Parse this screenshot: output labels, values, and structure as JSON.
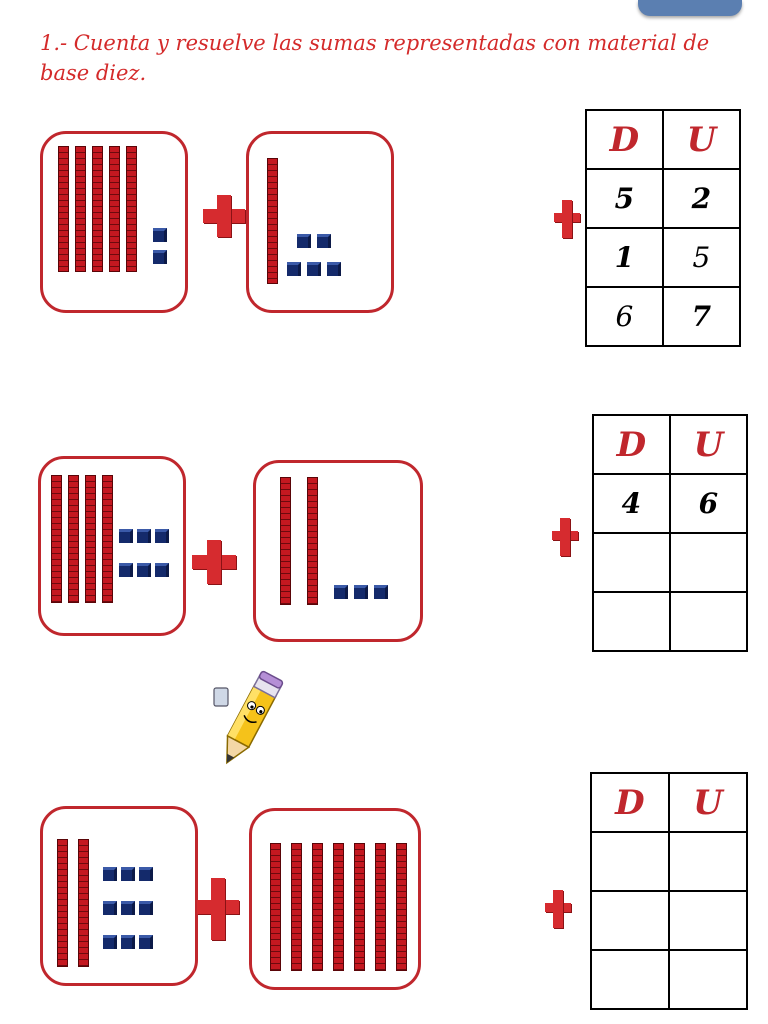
{
  "header": {
    "instruction": "1.- Cuenta y resuelve las sumas representadas con material de base diez."
  },
  "colors": {
    "accent_red": "#c0272d",
    "rod_red": "#b0141a",
    "unit_blue": "#142a6b"
  },
  "icons": {
    "plus": "plus-sign-icon",
    "pencil": "pencil-mascot-icon"
  },
  "problems": [
    {
      "addend1": {
        "tens": 5,
        "units": 2
      },
      "addend2": {
        "tens": 1,
        "units": 5
      },
      "table": {
        "head_tens": "D",
        "head_units": "U",
        "row1": [
          "5",
          "2"
        ],
        "row2": [
          "1",
          "5"
        ],
        "row3": [
          "6",
          "7"
        ]
      }
    },
    {
      "addend1": {
        "tens": 4,
        "units": 6
      },
      "addend2": {
        "tens": 2,
        "units": 3
      },
      "table": {
        "head_tens": "D",
        "head_units": "U",
        "row1": [
          "4",
          "6"
        ],
        "row2": [
          "",
          ""
        ],
        "row3": [
          "",
          ""
        ]
      }
    },
    {
      "addend1": {
        "tens": 2,
        "units": 9
      },
      "addend2": {
        "tens": 7,
        "units": 0
      },
      "table": {
        "head_tens": "D",
        "head_units": "U",
        "row1": [
          "",
          ""
        ],
        "row2": [
          "",
          ""
        ],
        "row3": [
          "",
          ""
        ]
      }
    }
  ]
}
